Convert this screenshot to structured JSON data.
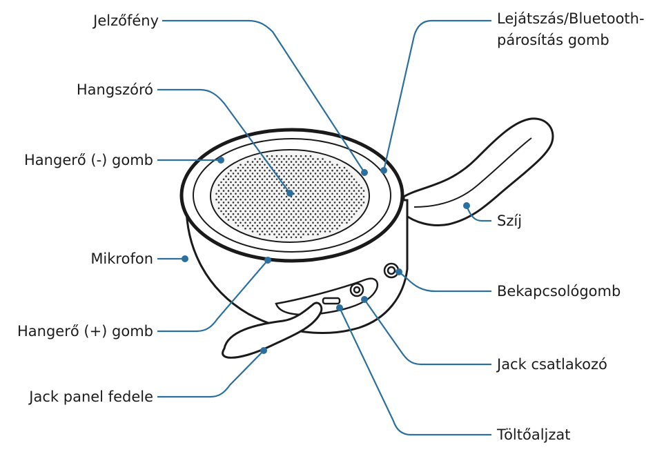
{
  "colors": {
    "leader": "#2a6f9e",
    "outline": "#1a1a1a",
    "grille_dot": "#333333"
  },
  "labels": {
    "indicator_light": "Jelzőfény",
    "speaker": "Hangszóró",
    "volume_down": "Hangerő (-) gomb",
    "microphone": "Mikrofon",
    "volume_up": "Hangerő (+) gomb",
    "jack_panel_cover": "Jack panel fedele",
    "play_pairing_line1": "Lejátszás/Bluetooth-",
    "play_pairing_line2": "párosítás gomb",
    "strap": "Szíj",
    "power_button": "Bekapcsológomb",
    "jack_connector": "Jack csatlakozó",
    "charging_port": "Töltőaljzat"
  }
}
